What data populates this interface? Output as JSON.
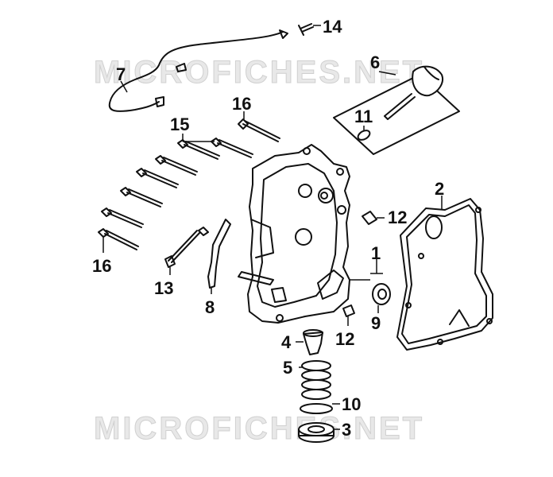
{
  "watermark": {
    "top": "MICROFICHES.NET",
    "bottom": "MICROFICHES.NET"
  },
  "callouts": {
    "c1": "1",
    "c2": "2",
    "c3": "3",
    "c4": "4",
    "c5": "5",
    "c6": "6",
    "c7": "7",
    "c8": "8",
    "c9": "9",
    "c10": "10",
    "c11": "11",
    "c12a": "12",
    "c12b": "12",
    "c13": "13",
    "c14": "14",
    "c15": "15",
    "c16a": "16",
    "c16b": "16"
  },
  "colors": {
    "line": "#111111",
    "watermark": "#e0e0e0"
  }
}
